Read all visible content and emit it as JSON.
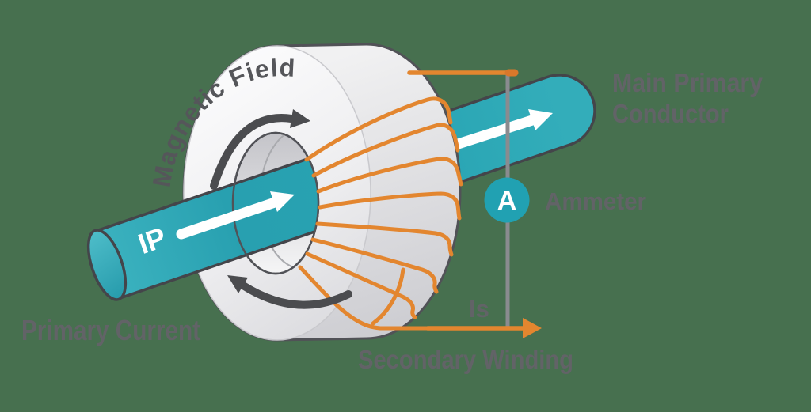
{
  "colors": {
    "background": "#47704F",
    "conductor_teal": "#2AA5B3",
    "winding_orange": "#E3862F",
    "circuit_gray": "#8A8B8F",
    "label_gray": "#626367",
    "field_dark_gray": "#4B4C4F",
    "core_light": "#F2F2F3",
    "ammeter_teal": "#21A1B2"
  },
  "labels": {
    "magnetic_field": "Magnetic Field",
    "primary_current": "Primary Current",
    "primary_current_symbol": "IP",
    "main_conductor_line1": "Main Primary",
    "main_conductor_line2": "Conductor",
    "ammeter": "Ammeter",
    "ammeter_symbol": "A",
    "secondary_current_symbol": "Is",
    "secondary_winding": "Secondary Winding"
  }
}
